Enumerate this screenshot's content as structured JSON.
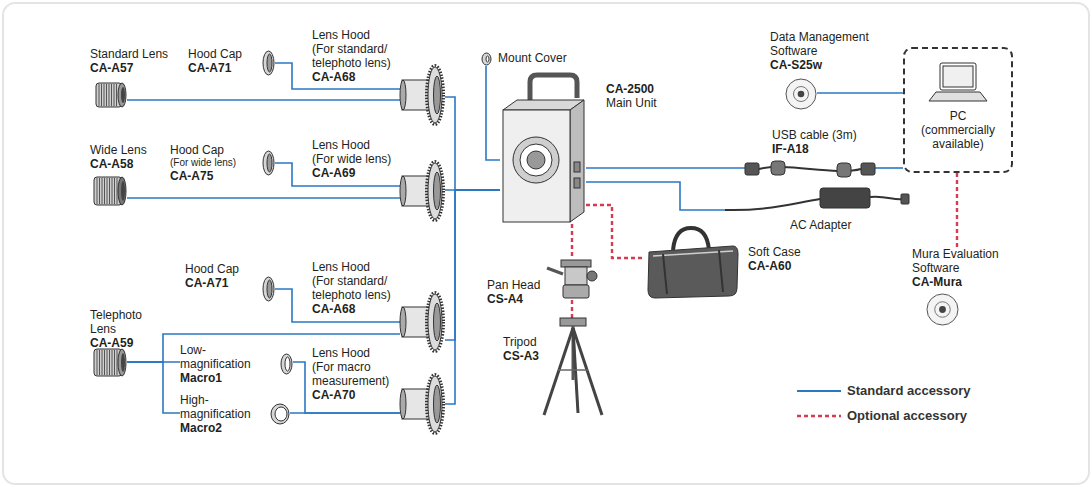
{
  "diagram": {
    "nodes": [
      {
        "text": [
          "Standard Lens",
          "CA-A57"
        ]
      },
      {
        "text": [
          "Hood Cap",
          "CA-A71"
        ]
      },
      {
        "text": [
          "Lens Hood",
          "(For standard/ telephoto lens)",
          "CA-A68"
        ]
      },
      {
        "text": [
          "Wide Lens",
          "CA-A58"
        ]
      },
      {
        "text": [
          "Hood Cap",
          "(For wide lens)",
          "CA-A75"
        ]
      },
      {
        "text": [
          "Lens Hood",
          "(For wide lens)",
          "CA-A69"
        ]
      },
      {
        "text": [
          "Hood Cap",
          "CA-A71"
        ]
      },
      {
        "text": [
          "Lens Hood",
          "(For standard/ telephoto lens)",
          "CA-A68"
        ]
      },
      {
        "text": [
          "Telephoto Lens",
          "CA-A59"
        ]
      },
      {
        "text": [
          "Low-magnification",
          "Macro1"
        ]
      },
      {
        "text": [
          "High-magnification",
          "Macro2"
        ]
      },
      {
        "text": [
          "Lens Hood",
          "(For macro measurement)",
          "CA-A70"
        ]
      },
      {
        "text": [
          "Mount Cover"
        ]
      },
      {
        "text": [
          "CA-2500",
          "Main Unit"
        ]
      },
      {
        "text": [
          "Pan Head",
          "CS-A4"
        ]
      },
      {
        "text": [
          "Tripod",
          "CS-A3"
        ]
      },
      {
        "text": [
          "Soft Case",
          "CA-A60"
        ]
      },
      {
        "text": [
          "USB cable (3m)",
          "IF-A18"
        ]
      },
      {
        "text": [
          "AC Adapter"
        ]
      },
      {
        "text": [
          "Data Management Software",
          "CA-S25w"
        ]
      },
      {
        "text": [
          "PC",
          "(commercially available)"
        ]
      },
      {
        "text": [
          "Mura Evaluation Software",
          "CA-Mura"
        ]
      }
    ],
    "edges": [
      {
        "from": 0,
        "to": 2,
        "arrow": "none"
      },
      {
        "from": 1,
        "to": 2,
        "arrow": "none"
      },
      {
        "from": 2,
        "to": 13,
        "arrow": "none"
      },
      {
        "from": 3,
        "to": 5,
        "arrow": "none"
      },
      {
        "from": 4,
        "to": 5,
        "arrow": "none"
      },
      {
        "from": 5,
        "to": 13,
        "arrow": "none"
      },
      {
        "from": 6,
        "to": 7,
        "arrow": "none"
      },
      {
        "from": 8,
        "to": 7,
        "arrow": "none"
      },
      {
        "from": 7,
        "to": 13,
        "arrow": "none"
      },
      {
        "from": 8,
        "to": 9,
        "arrow": "none"
      },
      {
        "from": 8,
        "to": 10,
        "arrow": "none"
      },
      {
        "from": 9,
        "to": 11,
        "arrow": "none"
      },
      {
        "from": 10,
        "to": 11,
        "arrow": "none"
      },
      {
        "from": 11,
        "to": 13,
        "arrow": "none"
      },
      {
        "from": 12,
        "to": 13,
        "arrow": "none"
      },
      {
        "from": 13,
        "to": 17,
        "arrow": "none"
      },
      {
        "from": 17,
        "to": 20,
        "arrow": "none"
      },
      {
        "from": 13,
        "to": 18,
        "arrow": "none"
      },
      {
        "from": 19,
        "to": 20,
        "arrow": "none"
      },
      {
        "from": 13,
        "to": 14,
        "arrow": "none"
      },
      {
        "from": 14,
        "to": 15,
        "arrow": "none"
      },
      {
        "from": 13,
        "to": 16,
        "arrow": "none"
      },
      {
        "from": 20,
        "to": 21,
        "arrow": "none"
      }
    ],
    "legend": [
      {
        "text": "Standard accessory"
      },
      {
        "text": "Optional accessory"
      }
    ]
  }
}
